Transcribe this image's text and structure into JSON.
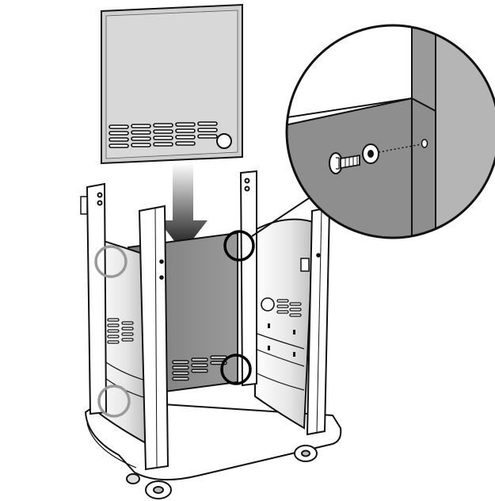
{
  "diagram": {
    "colors": {
      "outline": "#111111",
      "panel_gray": "#8a8a8a",
      "panel_light": "#c9c9c9",
      "highlight_gray": "#999999",
      "highlight_black": "#000000",
      "background": "#ffffff"
    },
    "parts": [
      {
        "name": "back-panel",
        "description": ""
      },
      {
        "name": "cart-frame",
        "description": ""
      },
      {
        "name": "screw",
        "description": ""
      },
      {
        "name": "washer",
        "description": ""
      }
    ],
    "callouts": {
      "black_circles": 2,
      "gray_circles": 2
    }
  }
}
